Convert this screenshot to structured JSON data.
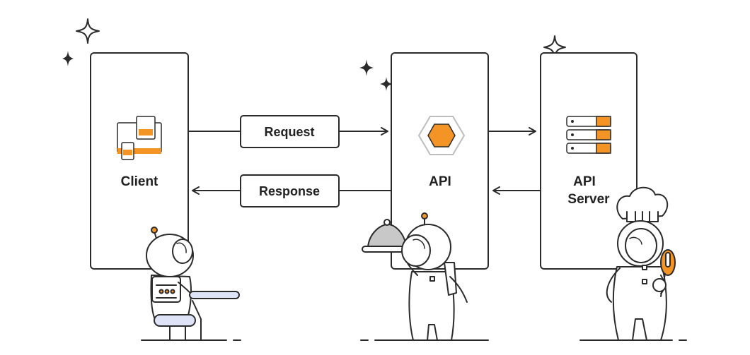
{
  "diagram": {
    "client": {
      "label": "Client"
    },
    "api": {
      "label": "API"
    },
    "server": {
      "label_line1": "API",
      "label_line2": "Server"
    },
    "request": {
      "label": "Request"
    },
    "response": {
      "label": "Response"
    }
  },
  "colors": {
    "stroke": "#2b2b2b",
    "accent_orange": "#f39425",
    "accent_orange_light": "#f7b24a",
    "hex_outline": "#bdbdbd",
    "device_gray": "#d9d9d9",
    "seat_blue": "#dfe3f7",
    "cloche_gray": "#c8c8c8"
  },
  "icons": [
    "sparkle-icon",
    "devices-icon",
    "hexagon-api-icon",
    "server-rack-icon",
    "astronaut-illustration",
    "cloche-icon",
    "chef-hat-icon",
    "spatula-icon"
  ]
}
